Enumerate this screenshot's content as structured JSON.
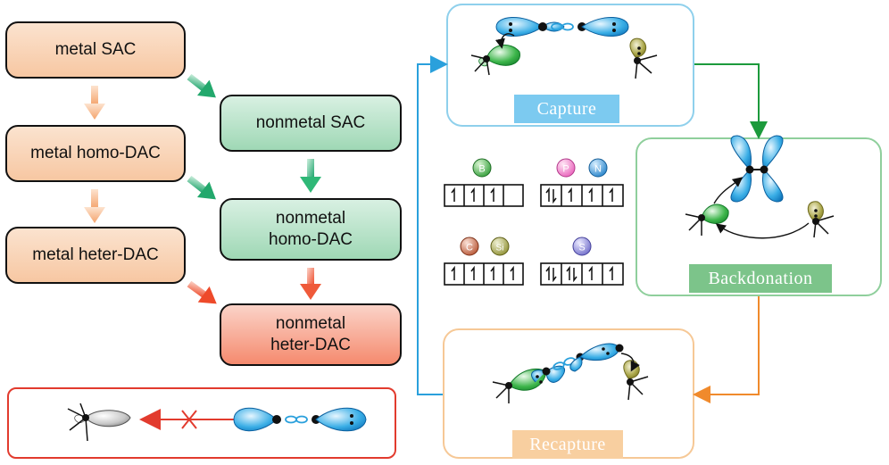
{
  "flow": {
    "metal_sac": "metal SAC",
    "metal_homo_dac": "metal homo-DAC",
    "metal_heter_dac": "metal heter-DAC",
    "nonmetal_sac": "nonmetal SAC",
    "nonmetal_homo_line1": "nonmetal",
    "nonmetal_homo_line2": "homo-DAC",
    "nonmetal_heter_line1": "nonmetal",
    "nonmetal_heter_line2": "heter-DAC"
  },
  "cycle": {
    "capture": "Capture",
    "backdonation": "Backdonation",
    "recapture": "Recapture"
  },
  "elements": {
    "b": "B",
    "p": "P",
    "n": "N",
    "c": "C",
    "si": "Si",
    "s": "S"
  },
  "colors": {
    "metal": "#f7c7a2",
    "nonmetal": "#9fd8b5",
    "nonmetal_heter": "#f58a6e",
    "capture_border": "#8fd0ec",
    "backdonation_border": "#8fcf9c",
    "recapture_border": "#f6c896",
    "blocked_border": "#e23b2e"
  }
}
